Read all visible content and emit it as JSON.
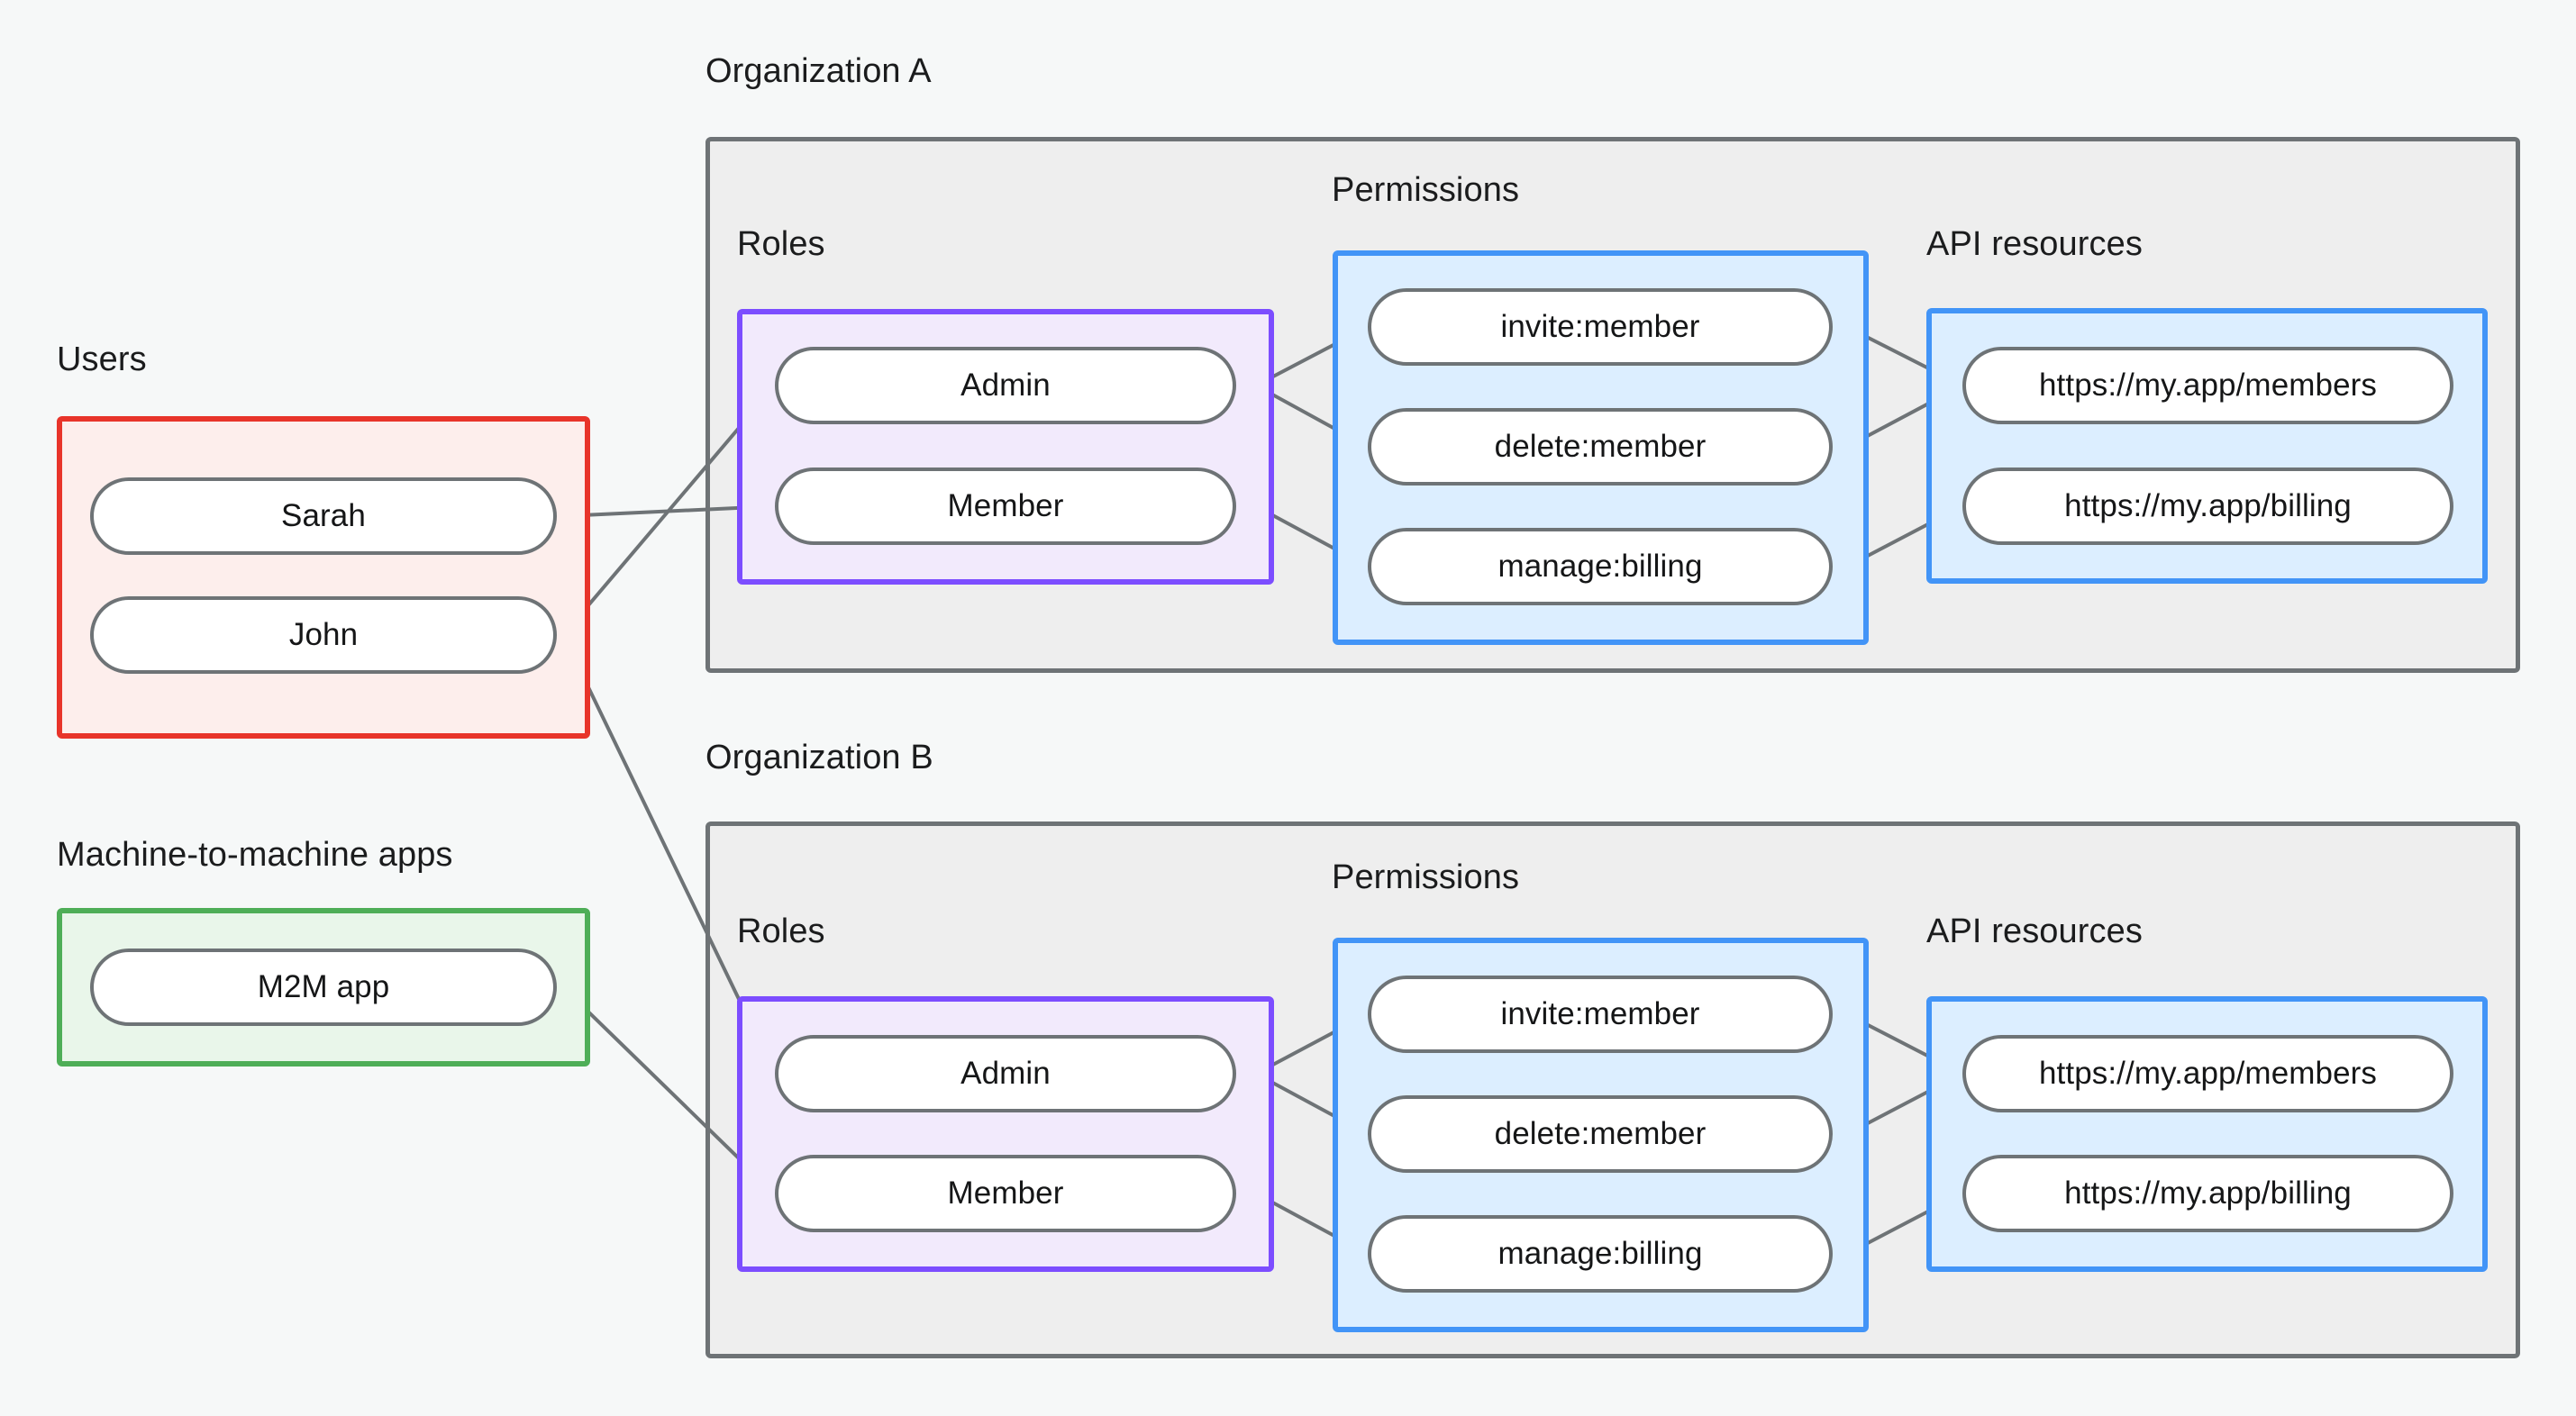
{
  "diagram": {
    "title_org_a": "Organization A",
    "title_org_b": "Organization B",
    "labels": {
      "users": "Users",
      "m2m": "Machine-to-machine apps",
      "roles": "Roles",
      "permissions": "Permissions",
      "api_resources": "API resources"
    },
    "colors": {
      "background": "#f6f8f8",
      "org_fill": "#eeeeee",
      "org_border": "#6e7376",
      "users_fill": "#fdeeec",
      "users_border": "#e8342a",
      "m2m_fill": "#e9f6ea",
      "m2m_border": "#4eae57",
      "roles_fill": "#f2eafc",
      "roles_border": "#7c4dff",
      "blue_fill": "#dceeff",
      "blue_border": "#4294f7",
      "node_border": "#6e7376",
      "node_fill": "#ffffff",
      "edge": "#6e7376",
      "text": "#151617"
    },
    "users": [
      {
        "id": "sarah",
        "label": "Sarah"
      },
      {
        "id": "john",
        "label": "John"
      }
    ],
    "m2m_apps": [
      {
        "id": "m2m-app",
        "label": "M2M app"
      }
    ],
    "org_a": {
      "roles": [
        {
          "id": "a-admin",
          "label": "Admin"
        },
        {
          "id": "a-member",
          "label": "Member"
        }
      ],
      "permissions": [
        {
          "id": "a-invite",
          "label": "invite:member"
        },
        {
          "id": "a-delete",
          "label": "delete:member"
        },
        {
          "id": "a-billing",
          "label": "manage:billing"
        }
      ],
      "api_resources": [
        {
          "id": "a-res-members",
          "label": "https://my.app/members"
        },
        {
          "id": "a-res-billing",
          "label": "https://my.app/billing"
        }
      ]
    },
    "org_b": {
      "roles": [
        {
          "id": "b-admin",
          "label": "Admin"
        },
        {
          "id": "b-member",
          "label": "Member"
        }
      ],
      "permissions": [
        {
          "id": "b-invite",
          "label": "invite:member"
        },
        {
          "id": "b-delete",
          "label": "delete:member"
        },
        {
          "id": "b-billing",
          "label": "manage:billing"
        }
      ],
      "api_resources": [
        {
          "id": "b-res-members",
          "label": "https://my.app/members"
        },
        {
          "id": "b-res-billing",
          "label": "https://my.app/billing"
        }
      ]
    },
    "connections": [
      {
        "from": "sarah",
        "to": "a-member"
      },
      {
        "from": "john",
        "to": "a-admin"
      },
      {
        "from": "john",
        "to": "b-admin"
      },
      {
        "from": "m2m-app",
        "to": "b-member"
      },
      {
        "from": "a-admin",
        "to": "a-invite"
      },
      {
        "from": "a-admin",
        "to": "a-delete"
      },
      {
        "from": "a-member",
        "to": "a-billing"
      },
      {
        "from": "a-invite",
        "to": "a-res-members"
      },
      {
        "from": "a-delete",
        "to": "a-res-members"
      },
      {
        "from": "a-billing",
        "to": "a-res-billing"
      },
      {
        "from": "b-admin",
        "to": "b-invite"
      },
      {
        "from": "b-admin",
        "to": "b-delete"
      },
      {
        "from": "b-member",
        "to": "b-billing"
      },
      {
        "from": "b-invite",
        "to": "b-res-members"
      },
      {
        "from": "b-delete",
        "to": "b-res-members"
      },
      {
        "from": "b-billing",
        "to": "b-res-billing"
      }
    ]
  }
}
